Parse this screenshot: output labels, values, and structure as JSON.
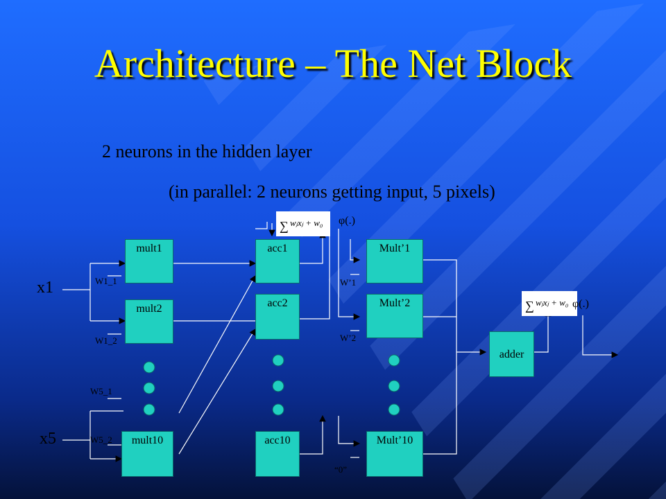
{
  "slide": {
    "title": "Architecture – The Net Block",
    "subtitle_line1": "2 neurons in the hidden layer",
    "subtitle_line2": "(in parallel: 2 neurons getting input, 5 pixels)"
  },
  "diagram": {
    "inputs": [
      "x1",
      "x5"
    ],
    "mult_blocks": [
      "mult1",
      "mult2",
      "mult10"
    ],
    "acc_blocks": [
      "acc1",
      "acc2",
      "acc10"
    ],
    "multp_blocks": [
      "Mult’1",
      "Mult’2",
      "Mult’10"
    ],
    "adder": "adder",
    "weights": {
      "w1_1": "W1_1",
      "w1_2": "W1_2",
      "w5_1": "W5_1",
      "w5_2": "W5_2",
      "wp1": "W’1",
      "wp2": "W’2",
      "zero": "“0”"
    },
    "phi_label": "φ(.)"
  },
  "colors": {
    "title": "#ffff00",
    "block_fill": "#20d0c0",
    "background_top": "#1f6dff",
    "background_bottom": "#04123a"
  }
}
